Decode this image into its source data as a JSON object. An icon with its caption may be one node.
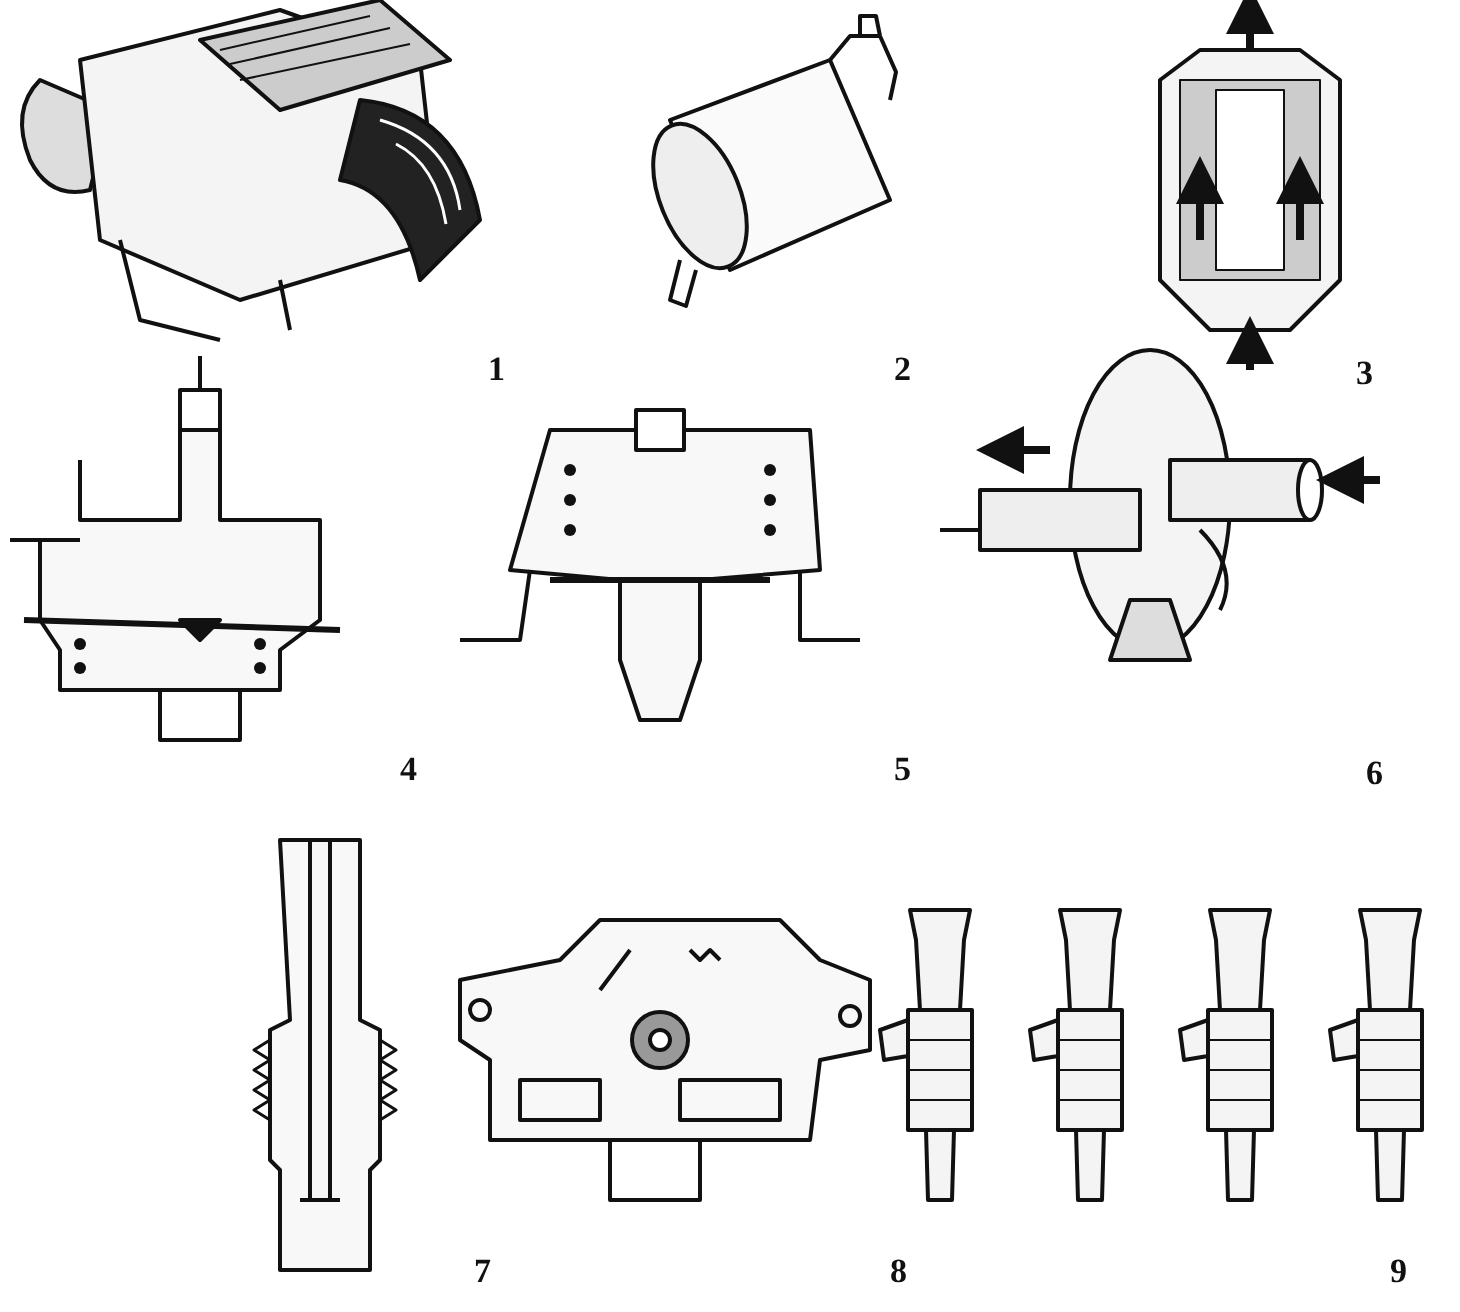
{
  "diagram": {
    "labels": [
      "1",
      "2",
      "3",
      "4",
      "5",
      "6",
      "7",
      "8",
      "9"
    ]
  }
}
